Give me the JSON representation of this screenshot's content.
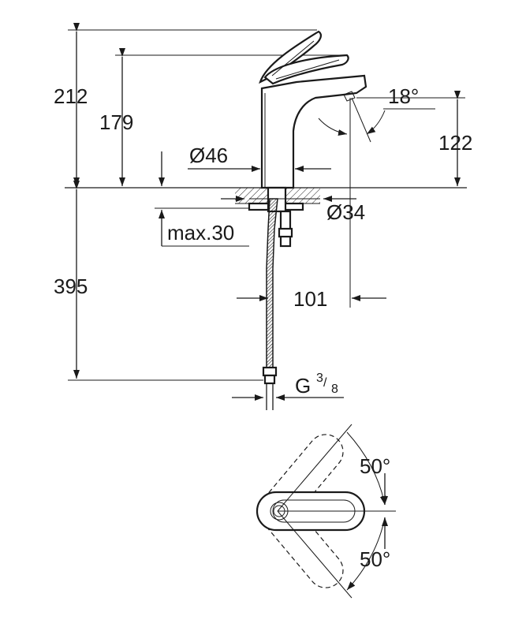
{
  "dimensions": {
    "total_height": "212",
    "spout_height": "179",
    "spout_outlet_height": "122",
    "angle_spout": "18°",
    "base_diameter": "Ø46",
    "hole_diameter": "Ø34",
    "max_thickness": "max.30",
    "hose_length": "395",
    "projection": "101",
    "connection_main": "G",
    "connection_num": "3",
    "connection_den": "8",
    "angle_left": "50°",
    "angle_right": "50°"
  }
}
